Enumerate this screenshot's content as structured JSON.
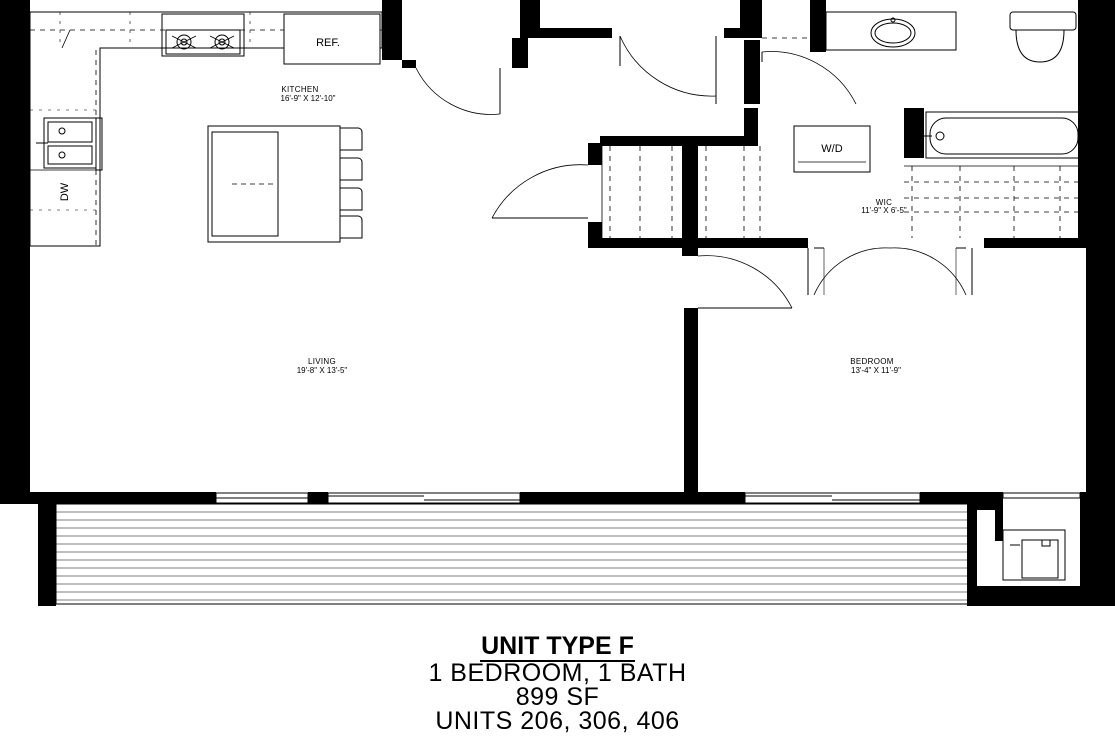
{
  "floorplan": {
    "rooms": {
      "kitchen": {
        "name": "KITCHEN",
        "dims": "16'-9\" X 12'-10\""
      },
      "living": {
        "name": "LIVING",
        "dims": "19'-8\" X 13'-5\""
      },
      "bedroom": {
        "name": "BEDROOM",
        "dims": "13'-4\" X 11'-9\""
      },
      "wic": {
        "name": "WIC",
        "dims": "11'-9\" X 6'-5\""
      }
    },
    "fixtures": {
      "refrigerator": "REF.",
      "dishwasher": "DW",
      "washer_dryer": "W/D"
    }
  },
  "caption": {
    "title": "UNIT TYPE F",
    "bedrooms_baths": "1 BEDROOM, 1 BATH",
    "area": "899 SF",
    "units": "UNITS 206, 306, 406"
  }
}
